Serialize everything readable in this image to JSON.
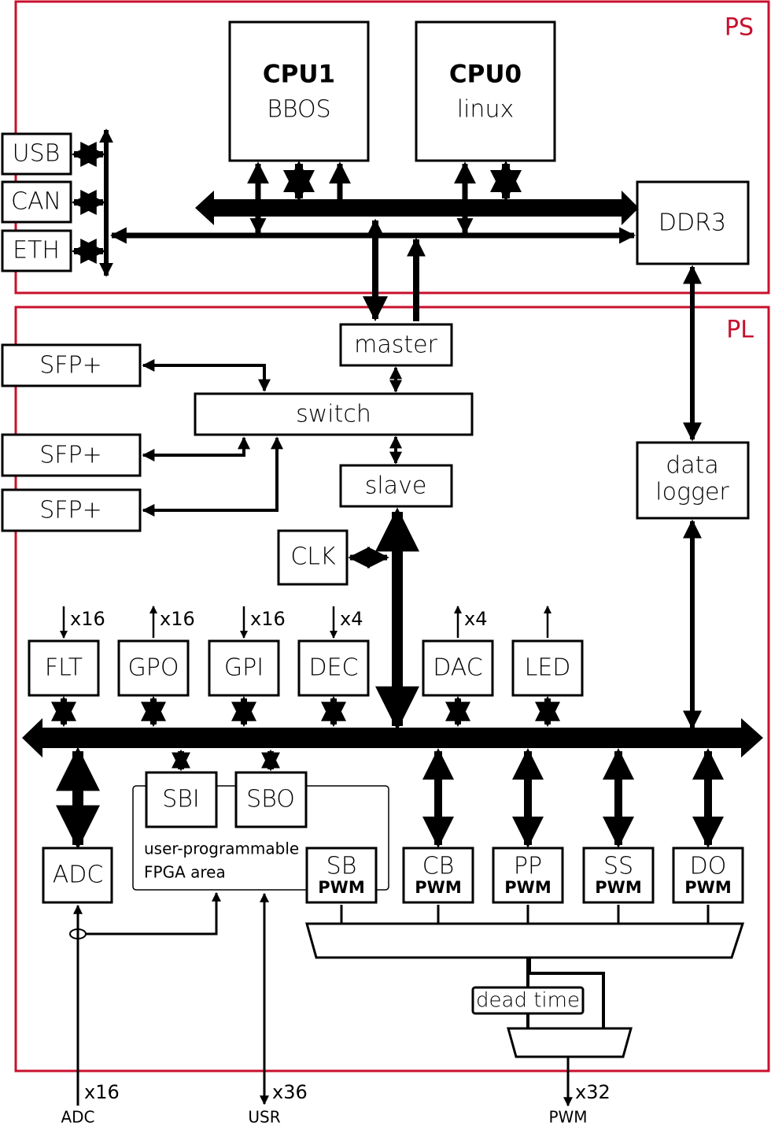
{
  "regions": {
    "ps": "PS",
    "pl": "PL"
  },
  "ps_blocks": {
    "cpu1_name": "CPU1",
    "cpu1_os": "BBOS",
    "cpu0_name": "CPU0",
    "cpu0_os": "linux",
    "ddr": "DDR3",
    "usb": "USB",
    "can": "CAN",
    "eth": "ETH"
  },
  "pl_blocks": {
    "master": "master",
    "switch": "switch",
    "slave": "slave",
    "sfp_1": "SFP+",
    "sfp_2": "SFP+",
    "sfp_3": "SFP+",
    "clk": "CLK",
    "data_logger_line1": "data",
    "data_logger_line2": "logger"
  },
  "io_blocks": {
    "flt": "FLT",
    "gpo": "GPO",
    "gpi": "GPI",
    "dec": "DEC",
    "dac": "DAC",
    "led": "LED",
    "flt_count": "x16",
    "gpo_count": "x16",
    "gpi_count": "x16",
    "dec_count": "x4",
    "dac_count": "x4"
  },
  "lower_blocks": {
    "adc": "ADC",
    "sbi": "SBI",
    "sbo": "SBO",
    "fpga_area_line1": "user-programmable",
    "fpga_area_line2": "FPGA area",
    "sb": "SB",
    "cb": "CB",
    "pp": "PP",
    "ss": "SS",
    "do": "DO",
    "pwm_suffix": "PWM",
    "dead_time": "dead time"
  },
  "external_signals": {
    "adc_count": "x16",
    "adc_label": "ADC",
    "usr_count": "x36",
    "usr_label": "USR",
    "pwm_count": "x32",
    "pwm_label": "PWM"
  }
}
